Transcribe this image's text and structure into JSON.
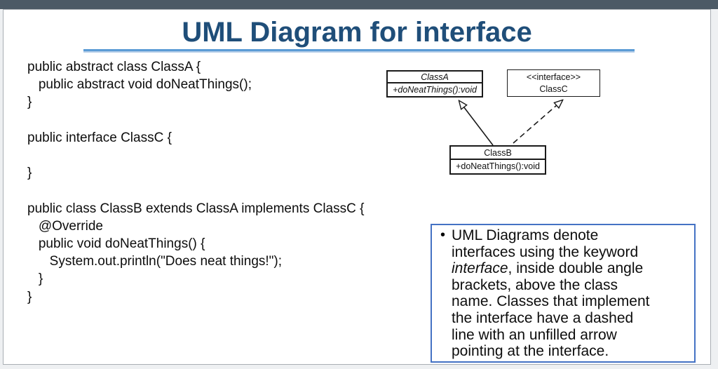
{
  "slide": {
    "title": "UML Diagram for interface"
  },
  "code": "public abstract class ClassA {\n   public abstract void doNeatThings();\n}\n\npublic interface ClassC {\n\n}\n\npublic class ClassB extends ClassA implements ClassC {\n   @Override\n   public void doNeatThings() {\n      System.out.println(\"Does neat things!\");\n   }\n}",
  "diagram": {
    "class_a": {
      "name": "ClassA",
      "method": "+doNeatThings():void"
    },
    "class_c": {
      "stereotype": "<<interface>>",
      "name": "ClassC"
    },
    "class_b": {
      "name": "ClassB",
      "method": "+doNeatThings():void"
    },
    "relations": [
      {
        "from": "ClassB",
        "to": "ClassA",
        "type": "generalization",
        "line": "solid",
        "arrow": "unfilled-triangle"
      },
      {
        "from": "ClassB",
        "to": "ClassC",
        "type": "realization",
        "line": "dashed",
        "arrow": "unfilled-triangle"
      }
    ]
  },
  "note": {
    "bullet": "•",
    "text_before": "UML Diagrams denote\ninterfaces using the keyword\n",
    "italic_word": "interface",
    "text_after": ", inside double angle\nbrackets, above the class\nname. Classes that implement\nthe interface have a dashed\nline with an unfilled arrow\npointing at the interface."
  },
  "colors": {
    "title_text": "#1F4E79",
    "title_underline": "#5B9BD5",
    "top_bar": "#4C5A66",
    "note_border": "#4472C4",
    "diagram_stroke": "#1A1A1A"
  }
}
